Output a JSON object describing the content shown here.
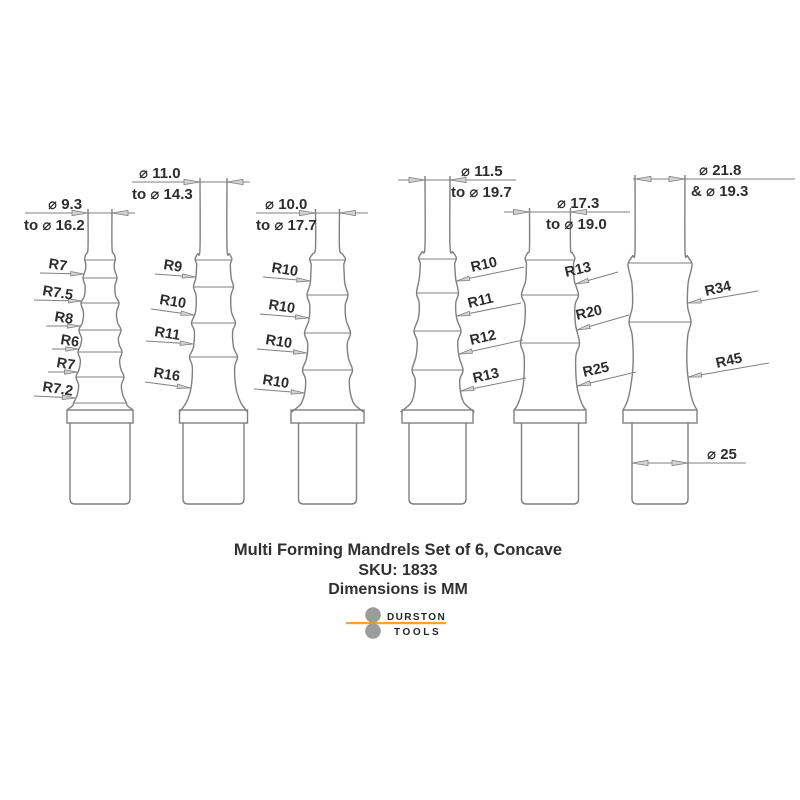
{
  "drawing": {
    "mandrels": [
      {
        "name": "mandrel-1",
        "dim_line1": "⌀ 9.3",
        "dim_line2": "to  ⌀ 16.2",
        "radii": [
          "R7",
          "R7.5",
          "R8",
          "R6",
          "R7",
          "R7.2"
        ]
      },
      {
        "name": "mandrel-2",
        "dim_line1": "⌀ 11.0",
        "dim_line2": "to  ⌀ 14.3",
        "radii": [
          "R9",
          "R10",
          "R11",
          "R16"
        ]
      },
      {
        "name": "mandrel-3",
        "dim_line1": "⌀ 10.0",
        "dim_line2": "to  ⌀ 17.7",
        "radii": [
          "R10",
          "R10",
          "R10",
          "R10"
        ]
      },
      {
        "name": "mandrel-4",
        "dim_line1": "⌀ 11.5",
        "dim_line2": "to  ⌀ 19.7",
        "radii": [
          "R10",
          "R11",
          "R12",
          "R13"
        ]
      },
      {
        "name": "mandrel-5",
        "dim_line1": "⌀ 17.3",
        "dim_line2": "to  ⌀ 19.0",
        "radii": [
          "R13",
          "R20",
          "R25"
        ]
      },
      {
        "name": "mandrel-6",
        "dim_line1": "⌀ 21.8",
        "dim_line2": "&  ⌀ 19.3",
        "radii": [
          "R34",
          "R45"
        ],
        "shank_dim": "⌀ 25"
      }
    ]
  },
  "title_block": {
    "title": "Multi Forming Mandrels Set of 6, Concave",
    "sku": "SKU: 1833",
    "note": "Dimensions is MM"
  },
  "logo": {
    "line1": "DURSTON",
    "line2": "TOOLS"
  },
  "colors": {
    "outline": "#7f7f7f",
    "text": "#2d2d2d",
    "arrow_fill": "#d2d2d2",
    "logo_accent": "#F2A339",
    "logo_gray": "#9C9C9C",
    "logo_text": "#1E2430"
  }
}
